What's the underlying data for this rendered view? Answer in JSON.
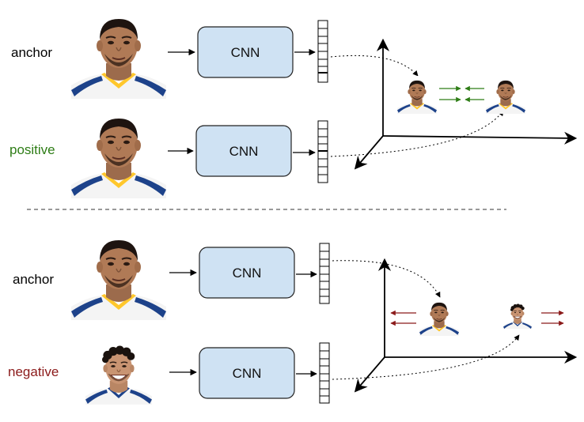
{
  "rows": [
    {
      "label": "anchor",
      "color": "#000000",
      "box": "CNN"
    },
    {
      "label": "positive",
      "color": "#2e7d16",
      "box": "CNN"
    },
    {
      "label": "anchor",
      "color": "#000000",
      "box": "CNN"
    },
    {
      "label": "negative",
      "color": "#8b1a1a",
      "box": "CNN"
    }
  ],
  "icons": {
    "face_a": "face-photo-anchor",
    "face_b": "face-photo-negative",
    "arrows_top": "attract-arrows-icon",
    "arrows_bottom": "repel-arrows-icon"
  },
  "colors": {
    "cnn_fill": "#cfe2f3",
    "cnn_stroke": "#222222",
    "attract": "#2e7d16",
    "repel": "#8b1a1a",
    "jersey_blue": "#1d428a",
    "jersey_gold": "#ffc72c"
  }
}
